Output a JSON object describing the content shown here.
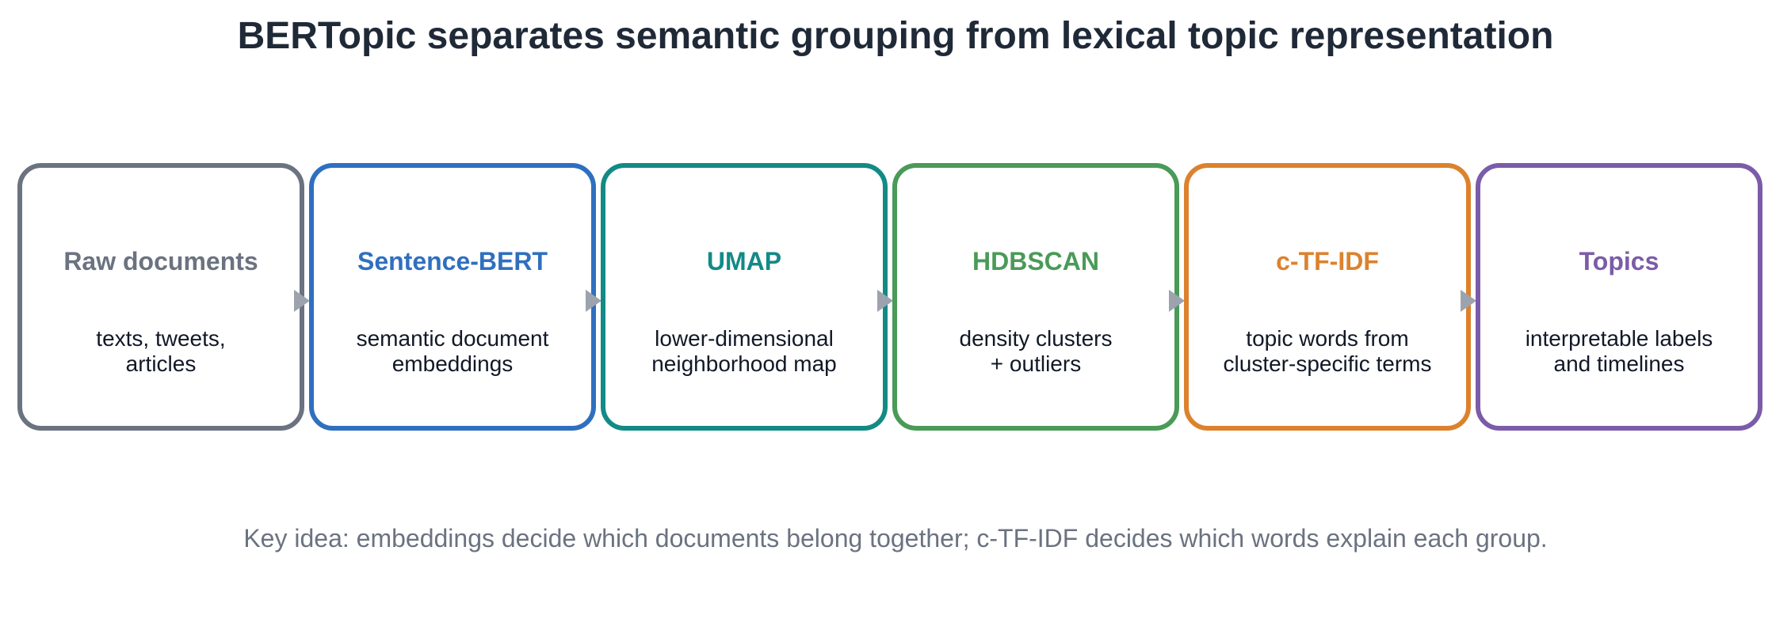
{
  "title": "BERTopic separates semantic grouping from lexical topic representation",
  "stages": [
    {
      "title": "Raw documents",
      "desc": [
        "texts, tweets,",
        "articles"
      ],
      "color": "#6b7280"
    },
    {
      "title": "Sentence-BERT",
      "desc": [
        "semantic document",
        "embeddings"
      ],
      "color": "#2f6fbf"
    },
    {
      "title": "UMAP",
      "desc": [
        "lower-dimensional",
        "neighborhood map"
      ],
      "color": "#138a85"
    },
    {
      "title": "HDBSCAN",
      "desc": [
        "density clusters",
        "+ outliers"
      ],
      "color": "#4a9a58"
    },
    {
      "title": "c-TF-IDF",
      "desc": [
        "topic words from",
        "cluster-specific terms"
      ],
      "color": "#dc822d"
    },
    {
      "title": "Topics",
      "desc": [
        "interpretable labels",
        "and timelines"
      ],
      "color": "#7b5ca8"
    }
  ],
  "arrow_color": "#9ca3af",
  "note": "Key idea: embeddings decide which documents belong together; c-TF-IDF decides which words explain each group."
}
